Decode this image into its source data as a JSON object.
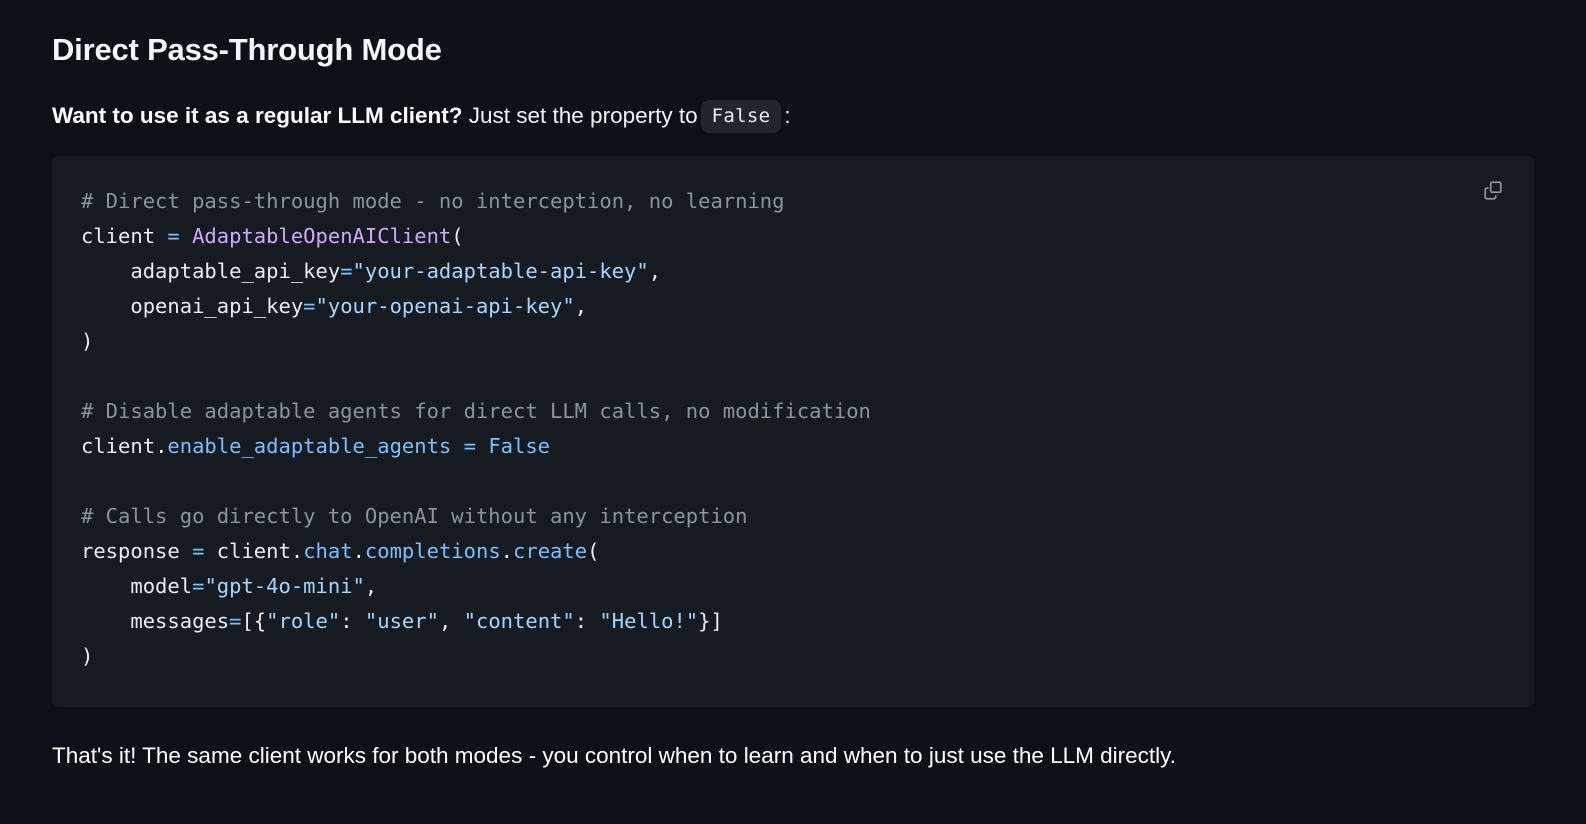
{
  "heading": "Direct Pass-Through Mode",
  "intro": {
    "lead": "Want to use it as a regular LLM client?",
    "rest": "Just set the property to",
    "inline_code": "False",
    "trailing": ":"
  },
  "code_block": {
    "language": "python",
    "copy_icon": "copy-icon",
    "background": "#161b22",
    "colors": {
      "comment": "#8b949e",
      "class": "#d2a8ff",
      "function": "#79c0ff",
      "string": "#a5d6ff",
      "operator": "#79c0ff",
      "default": "#e6edf3"
    },
    "lines": [
      [
        {
          "t": "# Direct pass-through mode - no interception, no learning",
          "c": "com"
        }
      ],
      [
        {
          "t": "client ",
          "c": "def"
        },
        {
          "t": "=",
          "c": "op"
        },
        {
          "t": " ",
          "c": "def"
        },
        {
          "t": "AdaptableOpenAIClient",
          "c": "cls"
        },
        {
          "t": "(",
          "c": "punc"
        }
      ],
      [
        {
          "t": "    adaptable_api_key",
          "c": "def"
        },
        {
          "t": "=",
          "c": "op"
        },
        {
          "t": "\"your-adaptable-api-key\"",
          "c": "str"
        },
        {
          "t": ",",
          "c": "punc"
        }
      ],
      [
        {
          "t": "    openai_api_key",
          "c": "def"
        },
        {
          "t": "=",
          "c": "op"
        },
        {
          "t": "\"your-openai-api-key\"",
          "c": "str"
        },
        {
          "t": ",",
          "c": "punc"
        }
      ],
      [
        {
          "t": ")",
          "c": "punc"
        }
      ],
      [
        {
          "t": "",
          "c": "def"
        }
      ],
      [
        {
          "t": "# Disable adaptable agents for direct LLM calls, no modification",
          "c": "com"
        }
      ],
      [
        {
          "t": "client",
          "c": "def"
        },
        {
          "t": ".",
          "c": "punc"
        },
        {
          "t": "enable_adaptable_agents",
          "c": "fn"
        },
        {
          "t": " ",
          "c": "def"
        },
        {
          "t": "=",
          "c": "op"
        },
        {
          "t": " ",
          "c": "def"
        },
        {
          "t": "False",
          "c": "kw"
        }
      ],
      [
        {
          "t": "",
          "c": "def"
        }
      ],
      [
        {
          "t": "# Calls go directly to OpenAI without any interception",
          "c": "com"
        }
      ],
      [
        {
          "t": "response ",
          "c": "def"
        },
        {
          "t": "=",
          "c": "op"
        },
        {
          "t": " client",
          "c": "def"
        },
        {
          "t": ".",
          "c": "punc"
        },
        {
          "t": "chat",
          "c": "fn"
        },
        {
          "t": ".",
          "c": "punc"
        },
        {
          "t": "completions",
          "c": "fn"
        },
        {
          "t": ".",
          "c": "punc"
        },
        {
          "t": "create",
          "c": "fn"
        },
        {
          "t": "(",
          "c": "punc"
        }
      ],
      [
        {
          "t": "    model",
          "c": "def"
        },
        {
          "t": "=",
          "c": "op"
        },
        {
          "t": "\"gpt-4o-mini\"",
          "c": "str"
        },
        {
          "t": ",",
          "c": "punc"
        }
      ],
      [
        {
          "t": "    messages",
          "c": "def"
        },
        {
          "t": "=",
          "c": "op"
        },
        {
          "t": "[{",
          "c": "punc"
        },
        {
          "t": "\"role\"",
          "c": "str"
        },
        {
          "t": ": ",
          "c": "punc"
        },
        {
          "t": "\"user\"",
          "c": "str"
        },
        {
          "t": ", ",
          "c": "punc"
        },
        {
          "t": "\"content\"",
          "c": "str"
        },
        {
          "t": ": ",
          "c": "punc"
        },
        {
          "t": "\"Hello!\"",
          "c": "str"
        },
        {
          "t": "}]",
          "c": "punc"
        }
      ],
      [
        {
          "t": ")",
          "c": "punc"
        }
      ]
    ]
  },
  "outro": "That's it! The same client works for both modes - you control when to learn and when to just use the LLM directly."
}
